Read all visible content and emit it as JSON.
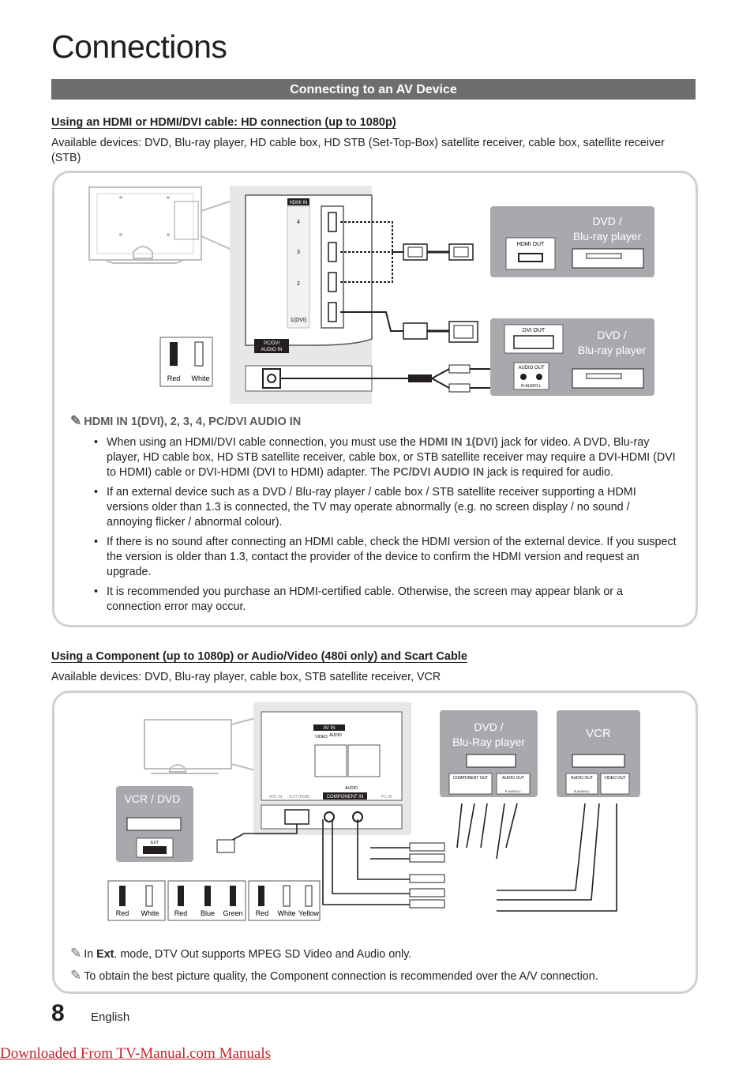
{
  "page": {
    "title": "Connections",
    "section_banner": "Connecting to an AV Device",
    "page_number": "8",
    "language": "English",
    "footer_link": "Downloaded From TV-Manual.com Manuals"
  },
  "hdmi_section": {
    "heading": "Using an HDMI or HDMI/DVI cable: HD connection (up to 1080p)",
    "available": "Available devices: DVD, Blu-ray player, HD cable box, HD STB (Set-Top-Box) satellite receiver, cable box, satellite receiver (STB)",
    "diagram": {
      "hdmi_in_label": "HDMI IN",
      "ports": [
        "4",
        "3",
        "2",
        "1(DVI)"
      ],
      "pc_dvi_label_line1": "PC/DVI",
      "pc_dvi_label_line2": "AUDIO IN",
      "device1_line1": "DVD /",
      "device1_line2": "Blu-ray player",
      "device1_port": "HDMI OUT",
      "device2_line1": "DVD /",
      "device2_line2": "Blu-ray player",
      "device2_port_dvi": "DVI OUT",
      "device2_port_audio": "AUDIO OUT",
      "device2_audio_sub": "R-AUDIO-L",
      "plug_red": "Red",
      "plug_white": "White"
    },
    "note_heading": "HDMI IN 1(DVI), 2, 3, 4, PC/DVI AUDIO IN",
    "bullets": [
      {
        "pre": "When using an HDMI/DVI cable connection, you must use the ",
        "b1": "HDMI IN 1(DVI)",
        "mid": " jack for video. A DVD, Blu-ray player, HD cable box, HD STB satellite receiver, cable box, or STB satellite receiver may require a DVI-HDMI (DVI to HDMI) cable or DVI-HDMI (DVI to HDMI) adapter. The ",
        "b2": "PC/DVI AUDIO IN",
        "post": " jack is required for audio."
      },
      {
        "text": "If an external device such as a DVD / Blu-ray player / cable box / STB satellite receiver supporting a HDMI versions older than 1.3 is connected, the TV may operate abnormally (e.g. no screen display / no sound / annoying flicker / abnormal colour)."
      },
      {
        "text": "If there is no sound after connecting an HDMI cable, check the HDMI version of the external device. If you suspect the version is older than 1.3, contact the provider of the device to confirm the HDMI version and request an upgrade."
      },
      {
        "text": "It is recommended you purchase an HDMI-certified cable. Otherwise, the screen may appear blank or a connection error may occur."
      }
    ]
  },
  "component_section": {
    "heading": "Using a Component (up to 1080p) or Audio/Video (480i only) and Scart Cable",
    "available": "Available devices: DVD, Blu-ray player, cable box, STB satellite receiver, VCR",
    "diagram": {
      "av_in": "AV IN",
      "video": "VIDEO",
      "audio": "AUDIO",
      "component_in": "COMPONENT IN",
      "ext_rgb": "EXT (RGB)",
      "ant_in": "ANT IN",
      "pc_in": "PC IN",
      "vcr_dvd": "VCR / DVD",
      "ext": "EXT",
      "dvd_line1": "DVD /",
      "dvd_line2": "Blu-Ray player",
      "component_out": "COMPONENT OUT",
      "audio_out": "AUDIO OUT",
      "r_audio_l": "R-AUDIO-L",
      "vcr": "VCR",
      "video_out": "VIDEO OUT",
      "plug_groups": [
        [
          "Red",
          "White"
        ],
        [
          "Red",
          "Blue",
          "Green"
        ],
        [
          "Red",
          "White",
          "Yellow"
        ]
      ]
    },
    "note1_pre": "In ",
    "note1_bold": "Ext",
    "note1_post": ". mode, DTV Out supports MPEG SD Video and Audio only.",
    "note2": "To obtain the best picture quality, the Component connection is recommended over the A/V connection."
  },
  "colors": {
    "banner_gray": "#6d6e70",
    "panel_border": "#cfd0d2",
    "device_box": "#a7a9ac",
    "footer_red": "#c1272d"
  },
  "icons": [
    "pencil-note-icon",
    "tv-outline-icon",
    "dvd-player-icon",
    "rca-plug-icon",
    "hdmi-plug-icon",
    "dvi-plug-icon",
    "scart-plug-icon"
  ]
}
